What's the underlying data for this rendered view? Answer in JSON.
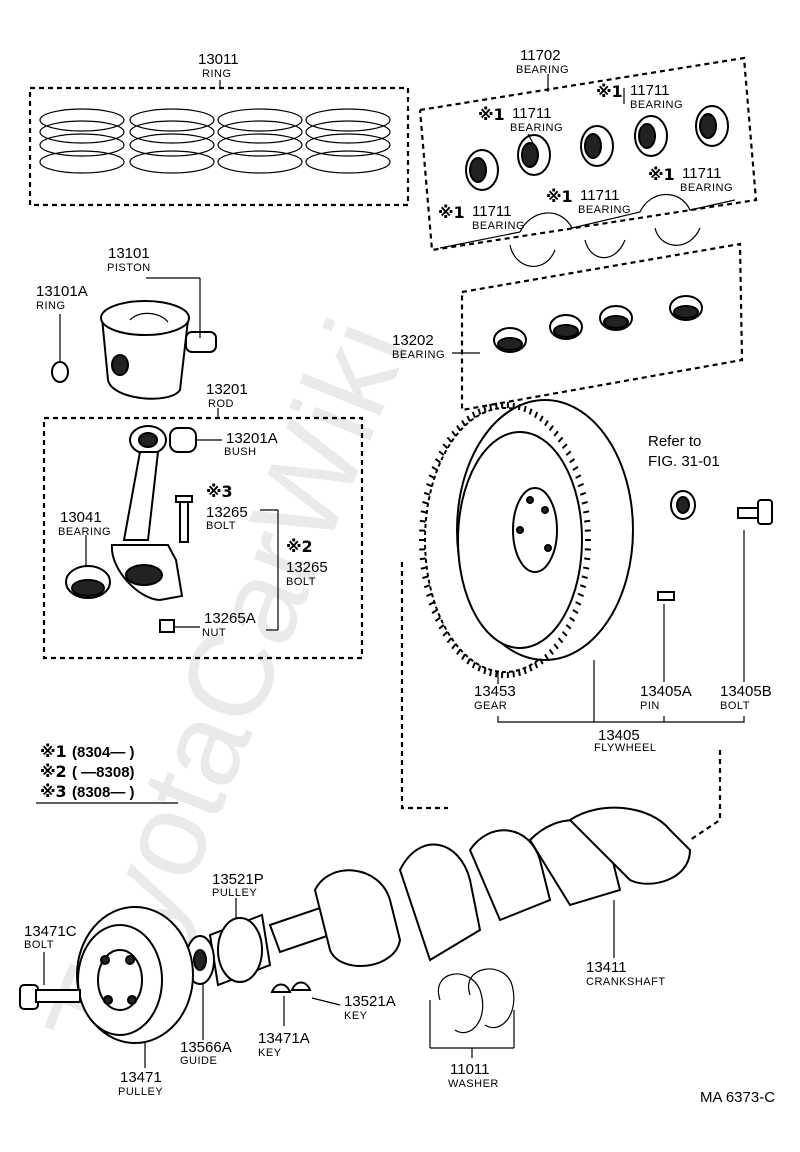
{
  "watermark": "ToyotaCarWiki",
  "drawing_code": "MA 6373-C",
  "parts": {
    "ring_13011": {
      "number": "13011",
      "name": "RING"
    },
    "bearing_11702": {
      "number": "11702",
      "name": "BEARING"
    },
    "bearing_11711_a": {
      "mark": "※1",
      "number": "11711",
      "name": "BEARING"
    },
    "bearing_11711_b": {
      "mark": "※1",
      "number": "11711",
      "name": "BEARING"
    },
    "bearing_11711_c": {
      "mark": "※1",
      "number": "11711",
      "name": "BEARING"
    },
    "bearing_11711_d": {
      "mark": "※1",
      "number": "11711",
      "name": "BEARING"
    },
    "bearing_11711_e": {
      "mark": "※1",
      "number": "11711",
      "name": "BEARING"
    },
    "piston_13101": {
      "number": "13101",
      "name": "PISTON"
    },
    "ring_13101A": {
      "number": "13101A",
      "name": "RING"
    },
    "bearing_13202": {
      "number": "13202",
      "name": "BEARING"
    },
    "rod_13201": {
      "number": "13201",
      "name": "ROD"
    },
    "bush_13201A": {
      "number": "13201A",
      "name": "BUSH"
    },
    "bolt_13265_3": {
      "mark": "※3",
      "number": "13265",
      "name": "BOLT"
    },
    "bolt_13265_2": {
      "mark": "※2",
      "number": "13265",
      "name": "BOLT"
    },
    "bearing_13041": {
      "number": "13041",
      "name": "BEARING"
    },
    "nut_13265A": {
      "number": "13265A",
      "name": "NUT"
    },
    "refer": {
      "line1": "Refer to",
      "line2": "FIG. 31-01"
    },
    "gear_13453": {
      "number": "13453",
      "name": "GEAR"
    },
    "pin_13405A": {
      "number": "13405A",
      "name": "PIN"
    },
    "bolt_13405B": {
      "number": "13405B",
      "name": "BOLT"
    },
    "flywheel_13405": {
      "number": "13405",
      "name": "FLYWHEEL"
    },
    "pulley_13521P": {
      "number": "13521P",
      "name": "PULLEY"
    },
    "bolt_13471C": {
      "number": "13471C",
      "name": "BOLT"
    },
    "crankshaft_13411": {
      "number": "13411",
      "name": "CRANKSHAFT"
    },
    "key_13521A": {
      "number": "13521A",
      "name": "KEY"
    },
    "key_13471A": {
      "number": "13471A",
      "name": "KEY"
    },
    "guide_13566A": {
      "number": "13566A",
      "name": "GUIDE"
    },
    "pulley_13471": {
      "number": "13471",
      "name": "PULLEY"
    },
    "washer_11011": {
      "number": "11011",
      "name": "WASHER"
    }
  },
  "notes": [
    {
      "mark": "※1",
      "range": "(8304―        )"
    },
    {
      "mark": "※2",
      "range": "(        ―8308)"
    },
    {
      "mark": "※3",
      "range": "(8308―        )"
    }
  ]
}
